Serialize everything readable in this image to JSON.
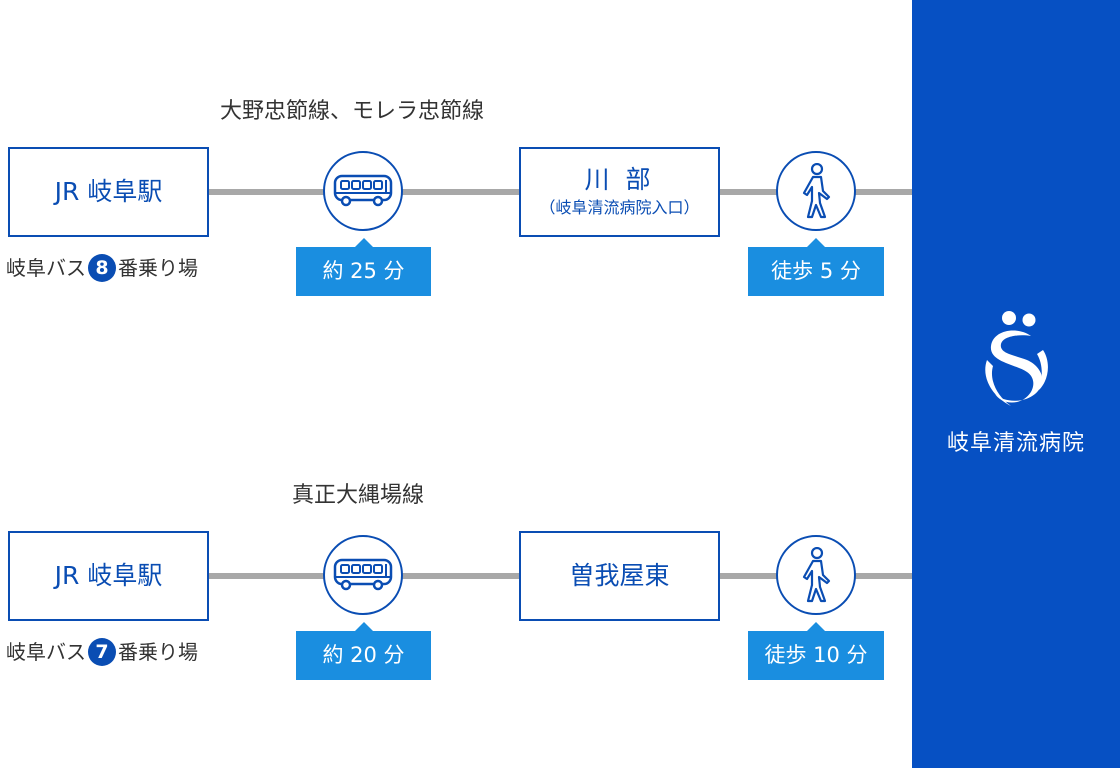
{
  "routes": [
    {
      "line_label": "大野忠節線、モレラ忠節線",
      "origin": "JR 岐阜駅",
      "stop_note": {
        "prefix": "岐阜バス",
        "number": "8",
        "suffix": "番乗り場"
      },
      "bus_icon": "bus-icon",
      "bus_duration": "約 25 分",
      "transfer": {
        "name": "川 部",
        "sub": "（岐阜清流病院入口）"
      },
      "walk_icon": "walking-person-icon",
      "walk_duration": "徒歩 5 分"
    },
    {
      "line_label": "真正大縄場線",
      "origin": "JR 岐阜駅",
      "stop_note": {
        "prefix": "岐阜バス",
        "number": "7",
        "suffix": "番乗り場"
      },
      "bus_icon": "bus-icon",
      "bus_duration": "約 20 分",
      "transfer": {
        "name": "曽我屋東",
        "sub": ""
      },
      "walk_icon": "walking-person-icon",
      "walk_duration": "徒歩 10 分"
    }
  ],
  "hospital": {
    "name": "岐阜清流病院",
    "logo_icon": "hospital-logo-icon"
  },
  "colors": {
    "brand_blue": "#0650c3",
    "accent_blue": "#1a8ee0",
    "line_gray": "#a8a8a8",
    "outline_blue": "#0a4db3"
  }
}
